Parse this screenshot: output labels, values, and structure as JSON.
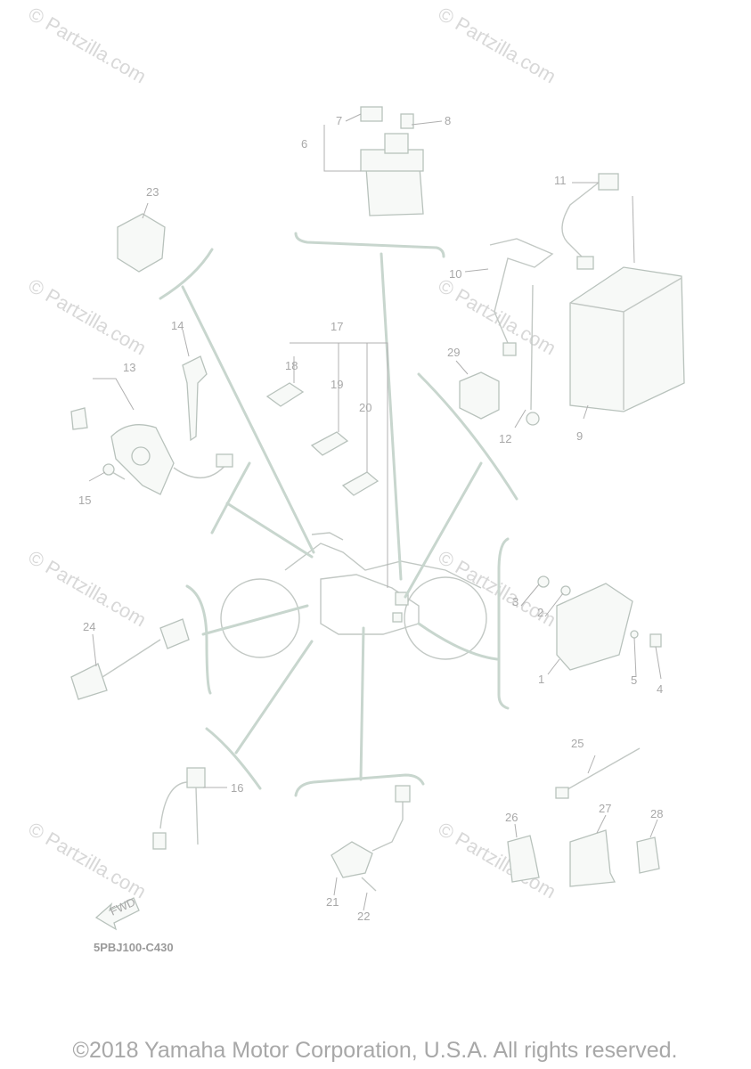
{
  "diagram": {
    "code": "5PBJ100-C430",
    "copyright": "©2018 Yamaha Motor Corporation, U.S.A. All rights reserved.",
    "watermark": "© Partzilla.com",
    "fwd": "FWD",
    "callouts": [
      "1",
      "2",
      "3",
      "4",
      "5",
      "6",
      "7",
      "8",
      "9",
      "10",
      "11",
      "12",
      "13",
      "14",
      "15",
      "16",
      "17",
      "18",
      "19",
      "20",
      "21",
      "22",
      "23",
      "24",
      "25",
      "26",
      "27",
      "28",
      "29"
    ]
  },
  "colors": {
    "line": "#c8d6ce",
    "text": "#a8a8a8",
    "watermark": "#d8d8d8"
  }
}
